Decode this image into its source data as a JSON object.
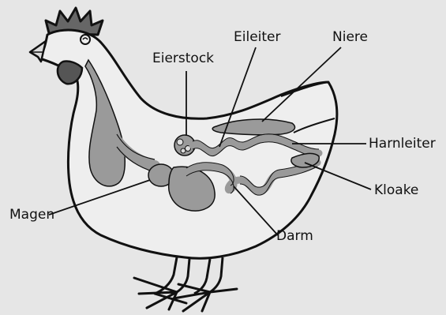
{
  "labels": {
    "eierstock": "Eierstock",
    "eileiter": "Eileiter",
    "niere": "Niere",
    "harnleiter": "Harnleiter",
    "kloake": "Kloake",
    "magen": "Magen",
    "darm": "Darm"
  },
  "colors": {
    "background": "#e6e6e6",
    "body_fill": "#eeeeee",
    "organ_fill": "#9a9a9a",
    "head_dark": "#555555",
    "outline": "#111111"
  }
}
